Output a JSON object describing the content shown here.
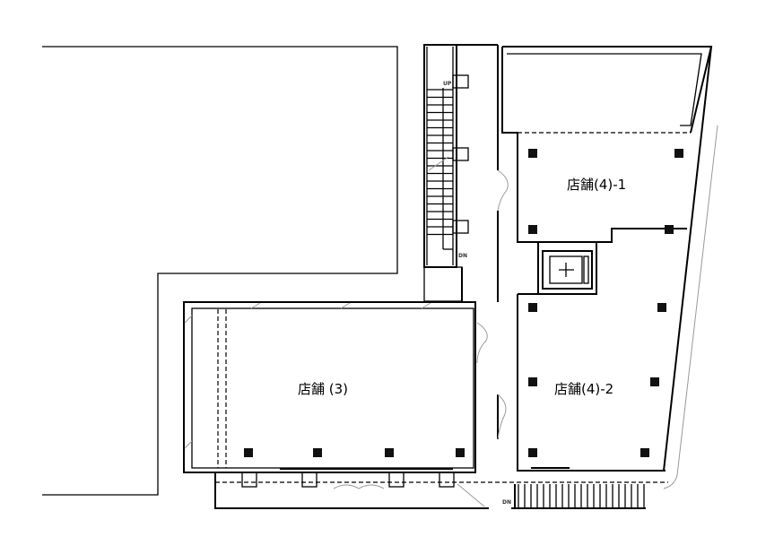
{
  "rooms": {
    "shop_4_1": "店舗(4)-1",
    "shop_3": "店舗 (3)",
    "shop_4_2": "店舗(4)-2"
  },
  "stairs": {
    "up": "UP",
    "dn": "DN",
    "dn_bottom": "DN"
  }
}
